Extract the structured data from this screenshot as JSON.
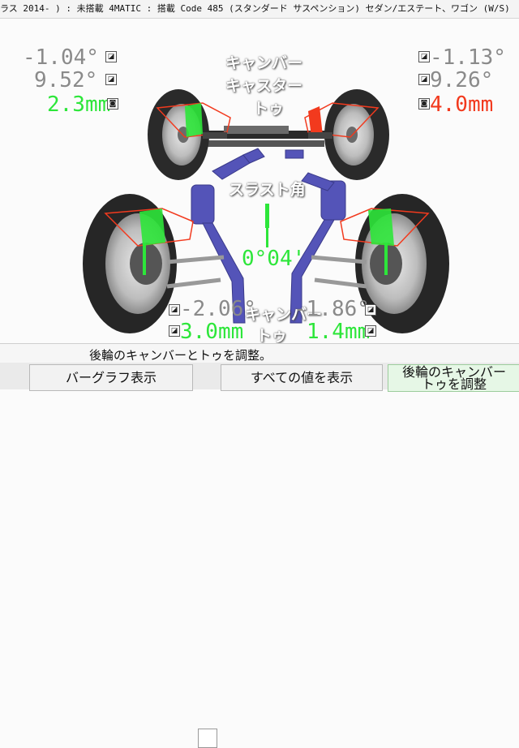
{
  "titlebar": {
    "text": "ラス 2014- ) : 未搭載 4MATIC : 搭載 Code 485 (スタンダード サスペンション) セダン/エステート、ワゴン (W/S)"
  },
  "front_left": {
    "camber": "-1.04°",
    "caster": "9.52°",
    "toe": "2.3mm"
  },
  "front_right": {
    "camber": "-1.13°",
    "caster": "9.26°",
    "toe": "4.0mm"
  },
  "labels": {
    "camber": "キャンバー",
    "caster": "キャスター",
    "toe": "トゥ",
    "thrust": "スラスト角"
  },
  "thrust_value": "0°04'",
  "rear_left": {
    "camber": "-2.06°",
    "toe": "3.0mm"
  },
  "rear_right": {
    "camber": "-1.86°",
    "toe": "1.4mm"
  },
  "rear_labels": {
    "camber": "キャンバー",
    "toe": "トゥ"
  },
  "status": "後輪のキャンバーとトゥを調整。",
  "buttons": {
    "bar_graph": "バーグラフ表示",
    "show_all": "すべての値を表示",
    "rear_adjust_line1": "後輪のキャンバー",
    "rear_adjust_line2": "トゥを調整"
  },
  "colors": {
    "in_spec": "#2de63a",
    "out_of_spec": "#f23a1e",
    "neutral": "#8a8a8a"
  }
}
